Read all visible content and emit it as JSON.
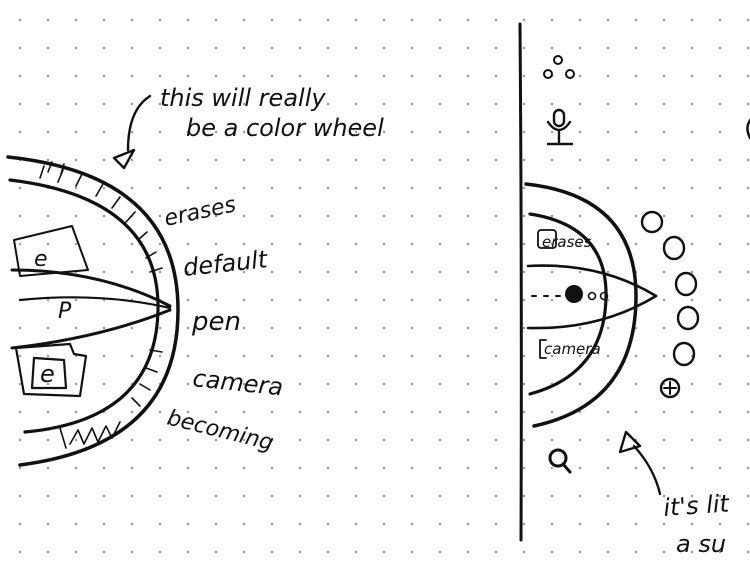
{
  "left_sketch": {
    "annotation_line1": "this will really",
    "annotation_line2": "be a color wheel",
    "labels": {
      "erases": "erases",
      "default": "default",
      "pen": "pen",
      "camera": "camera",
      "becoming": "becoming"
    },
    "inner_labels": {
      "e_top": "e",
      "p": "P",
      "e_bottom": "e"
    }
  },
  "right_sketch": {
    "inner_labels": {
      "erases": "erases",
      "camera": "camera"
    },
    "annotation_line1": "it's lit",
    "annotation_line2": "a su"
  }
}
